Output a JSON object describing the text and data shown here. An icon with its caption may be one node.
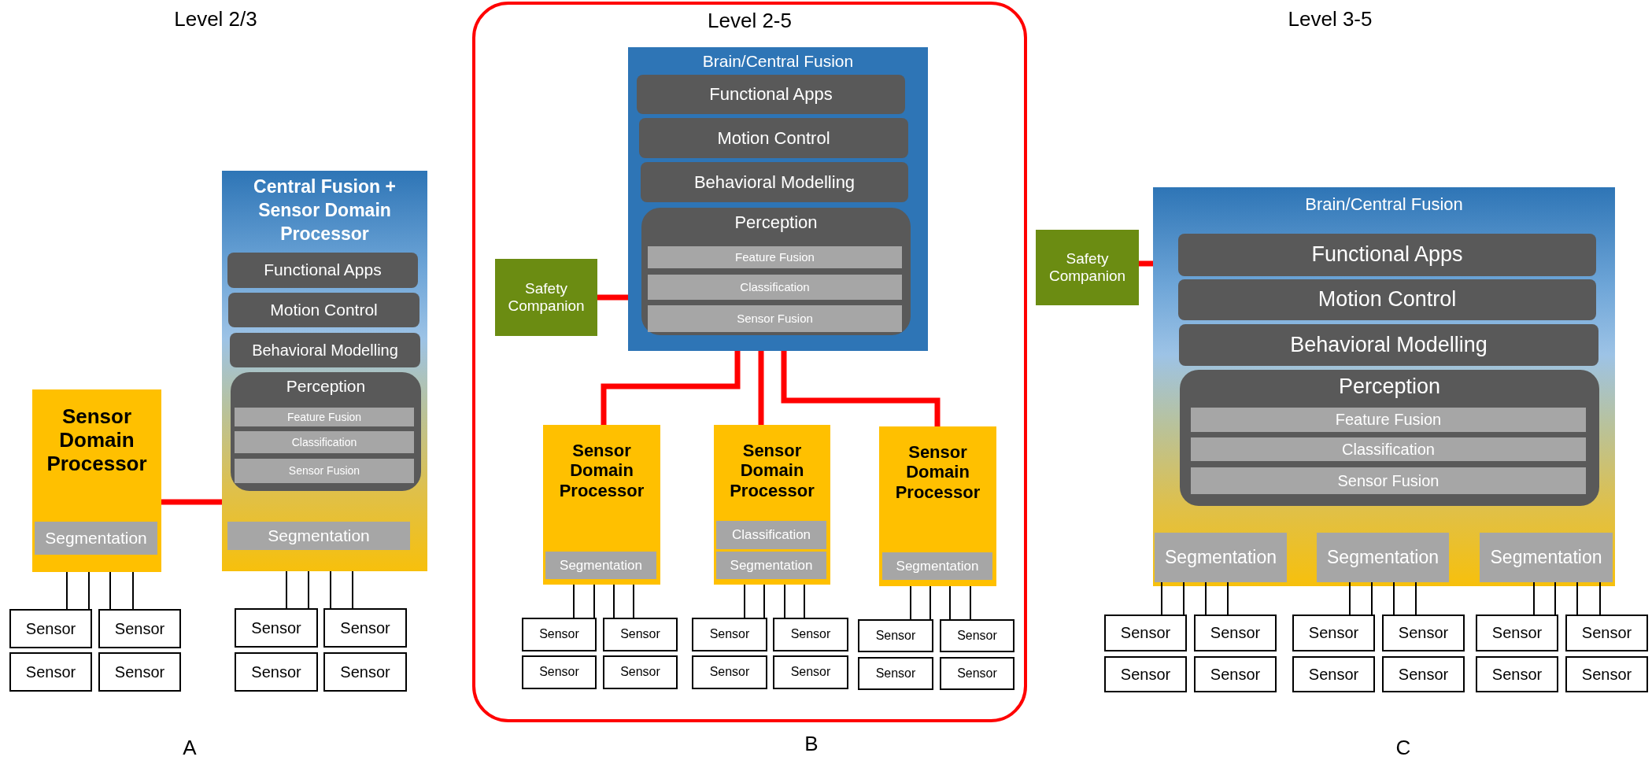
{
  "diagram": {
    "nodes": [
      {
        "text": [
          "Sensor Domain Processor"
        ]
      },
      {
        "text": [
          "Segmentation"
        ],
        "in": 0
      },
      {
        "text": [
          "Central Fusion + Sensor Domain Processor"
        ]
      },
      {
        "text": [
          "Functional Apps"
        ],
        "in": 2
      },
      {
        "text": [
          "Motion Control"
        ],
        "in": 2
      },
      {
        "text": [
          "Behavioral Modelling"
        ],
        "in": 2
      },
      {
        "text": [
          "Perception"
        ],
        "in": 2
      },
      {
        "text": [
          "Feature Fusion"
        ],
        "in": 6
      },
      {
        "text": [
          "Classification"
        ],
        "in": 6
      },
      {
        "text": [
          "Sensor Fusion"
        ],
        "in": 6
      },
      {
        "text": [
          "Segmentation"
        ],
        "in": 2
      },
      {
        "text": [
          "Sensor"
        ]
      },
      {
        "text": [
          "Sensor"
        ]
      },
      {
        "text": [
          "Sensor"
        ]
      },
      {
        "text": [
          "Sensor"
        ]
      },
      {
        "text": [
          "Sensor"
        ]
      },
      {
        "text": [
          "Sensor"
        ]
      },
      {
        "text": [
          "Sensor"
        ]
      },
      {
        "text": [
          "Sensor"
        ]
      },
      {
        "text": [
          "Level 2-5"
        ]
      },
      {
        "text": [
          "Safety Companion"
        ],
        "in": 19
      },
      {
        "text": [
          "Brain/Central Fusion"
        ],
        "in": 19
      },
      {
        "text": [
          "Functional Apps"
        ],
        "in": 21
      },
      {
        "text": [
          "Motion Control"
        ],
        "in": 21
      },
      {
        "text": [
          "Behavioral Modelling"
        ],
        "in": 21
      },
      {
        "text": [
          "Perception"
        ],
        "in": 21
      },
      {
        "text": [
          "Feature Fusion"
        ],
        "in": 25
      },
      {
        "text": [
          "Classification"
        ],
        "in": 25
      },
      {
        "text": [
          "Sensor Fusion"
        ],
        "in": 25
      },
      {
        "text": [
          "Sensor Domain Processor"
        ],
        "in": 19
      },
      {
        "text": [
          "Segmentation"
        ],
        "in": 29
      },
      {
        "text": [
          "Sensor Domain Processor"
        ],
        "in": 19
      },
      {
        "text": [
          "Classification"
        ],
        "in": 31
      },
      {
        "text": [
          "Segmentation"
        ],
        "in": 31
      },
      {
        "text": [
          "Sensor Domain Processor"
        ],
        "in": 19
      },
      {
        "text": [
          "Segmentation"
        ],
        "in": 34
      },
      {
        "text": [
          "Sensor"
        ],
        "in": 19
      },
      {
        "text": [
          "Sensor"
        ],
        "in": 19
      },
      {
        "text": [
          "Sensor"
        ],
        "in": 19
      },
      {
        "text": [
          "Sensor"
        ],
        "in": 19
      },
      {
        "text": [
          "Sensor"
        ],
        "in": 19
      },
      {
        "text": [
          "Sensor"
        ],
        "in": 19
      },
      {
        "text": [
          "Sensor"
        ],
        "in": 19
      },
      {
        "text": [
          "Sensor"
        ],
        "in": 19
      },
      {
        "text": [
          "Sensor"
        ],
        "in": 19
      },
      {
        "text": [
          "Sensor"
        ],
        "in": 19
      },
      {
        "text": [
          "Sensor"
        ],
        "in": 19
      },
      {
        "text": [
          "Sensor"
        ],
        "in": 19
      },
      {
        "text": [
          "Safety Companion"
        ]
      },
      {
        "text": [
          "Brain/Central Fusion"
        ]
      },
      {
        "text": [
          "Functional Apps"
        ],
        "in": 49
      },
      {
        "text": [
          "Motion Control"
        ],
        "in": 49
      },
      {
        "text": [
          "Behavioral Modelling"
        ],
        "in": 49
      },
      {
        "text": [
          "Perception"
        ],
        "in": 49
      },
      {
        "text": [
          "Feature Fusion"
        ],
        "in": 53
      },
      {
        "text": [
          "Classification"
        ],
        "in": 53
      },
      {
        "text": [
          "Sensor Fusion"
        ],
        "in": 53
      },
      {
        "text": [
          "Segmentation"
        ],
        "in": 49
      },
      {
        "text": [
          "Segmentation"
        ],
        "in": 49
      },
      {
        "text": [
          "Segmentation"
        ],
        "in": 49
      },
      {
        "text": [
          "Sensor"
        ]
      },
      {
        "text": [
          "Sensor"
        ]
      },
      {
        "text": [
          "Sensor"
        ]
      },
      {
        "text": [
          "Sensor"
        ]
      },
      {
        "text": [
          "Sensor"
        ]
      },
      {
        "text": [
          "Sensor"
        ]
      },
      {
        "text": [
          "Sensor"
        ]
      },
      {
        "text": [
          "Sensor"
        ]
      },
      {
        "text": [
          "Sensor"
        ]
      },
      {
        "text": [
          "Sensor"
        ]
      },
      {
        "text": [
          "Sensor"
        ]
      },
      {
        "text": [
          "Sensor"
        ]
      }
    ],
    "edges": [
      {
        "from": 0,
        "to": 2,
        "arrow": "none",
        "style": "thick",
        "color": "#ff0000"
      },
      {
        "from": 0,
        "to": 11,
        "arrow": "none"
      },
      {
        "from": 0,
        "to": 11,
        "arrow": "none"
      },
      {
        "from": 0,
        "to": 12,
        "arrow": "none"
      },
      {
        "from": 0,
        "to": 12,
        "arrow": "none"
      },
      {
        "from": 2,
        "to": 15,
        "arrow": "none"
      },
      {
        "from": 2,
        "to": 15,
        "arrow": "none"
      },
      {
        "from": 2,
        "to": 16,
        "arrow": "none"
      },
      {
        "from": 2,
        "to": 16,
        "arrow": "none"
      },
      {
        "from": 20,
        "to": 21,
        "arrow": "none",
        "style": "thick",
        "color": "#ff0000"
      },
      {
        "from": 21,
        "to": 29,
        "arrow": "none",
        "style": "thick",
        "color": "#ff0000"
      },
      {
        "from": 21,
        "to": 31,
        "arrow": "none",
        "style": "thick",
        "color": "#ff0000"
      },
      {
        "from": 21,
        "to": 34,
        "arrow": "none",
        "style": "thick",
        "color": "#ff0000"
      },
      {
        "from": 29,
        "to": 36,
        "arrow": "none"
      },
      {
        "from": 29,
        "to": 36,
        "arrow": "none"
      },
      {
        "from": 29,
        "to": 37,
        "arrow": "none"
      },
      {
        "from": 29,
        "to": 37,
        "arrow": "none"
      },
      {
        "from": 31,
        "to": 40,
        "arrow": "none"
      },
      {
        "from": 31,
        "to": 40,
        "arrow": "none"
      },
      {
        "from": 31,
        "to": 41,
        "arrow": "none"
      },
      {
        "from": 31,
        "to": 41,
        "arrow": "none"
      },
      {
        "from": 34,
        "to": 44,
        "arrow": "none"
      },
      {
        "from": 34,
        "to": 44,
        "arrow": "none"
      },
      {
        "from": 34,
        "to": 45,
        "arrow": "none"
      },
      {
        "from": 34,
        "to": 45,
        "arrow": "none"
      },
      {
        "from": 48,
        "to": 49,
        "arrow": "none",
        "style": "thick",
        "color": "#ff0000"
      },
      {
        "from": 57,
        "to": 60,
        "arrow": "none"
      },
      {
        "from": 57,
        "to": 60,
        "arrow": "none"
      },
      {
        "from": 57,
        "to": 61,
        "arrow": "none"
      },
      {
        "from": 57,
        "to": 61,
        "arrow": "none"
      },
      {
        "from": 58,
        "to": 64,
        "arrow": "none"
      },
      {
        "from": 58,
        "to": 64,
        "arrow": "none"
      },
      {
        "from": 58,
        "to": 65,
        "arrow": "none"
      },
      {
        "from": 58,
        "to": 65,
        "arrow": "none"
      },
      {
        "from": 59,
        "to": 68,
        "arrow": "none"
      },
      {
        "from": 59,
        "to": 68,
        "arrow": "none"
      },
      {
        "from": 59,
        "to": 69,
        "arrow": "none"
      },
      {
        "from": 59,
        "to": 69,
        "arrow": "none"
      }
    ],
    "labels": [
      "Level 2/3",
      "Level 3-5",
      "A",
      "B",
      "C"
    ]
  }
}
